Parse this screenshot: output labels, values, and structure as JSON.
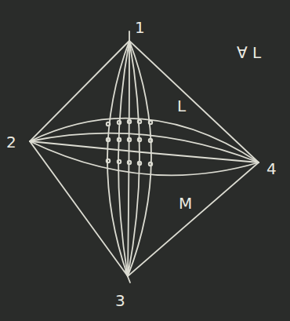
{
  "diagram": {
    "labels": [
      "1",
      "2",
      "3",
      "4",
      "L",
      "M",
      "∀ L"
    ]
  }
}
